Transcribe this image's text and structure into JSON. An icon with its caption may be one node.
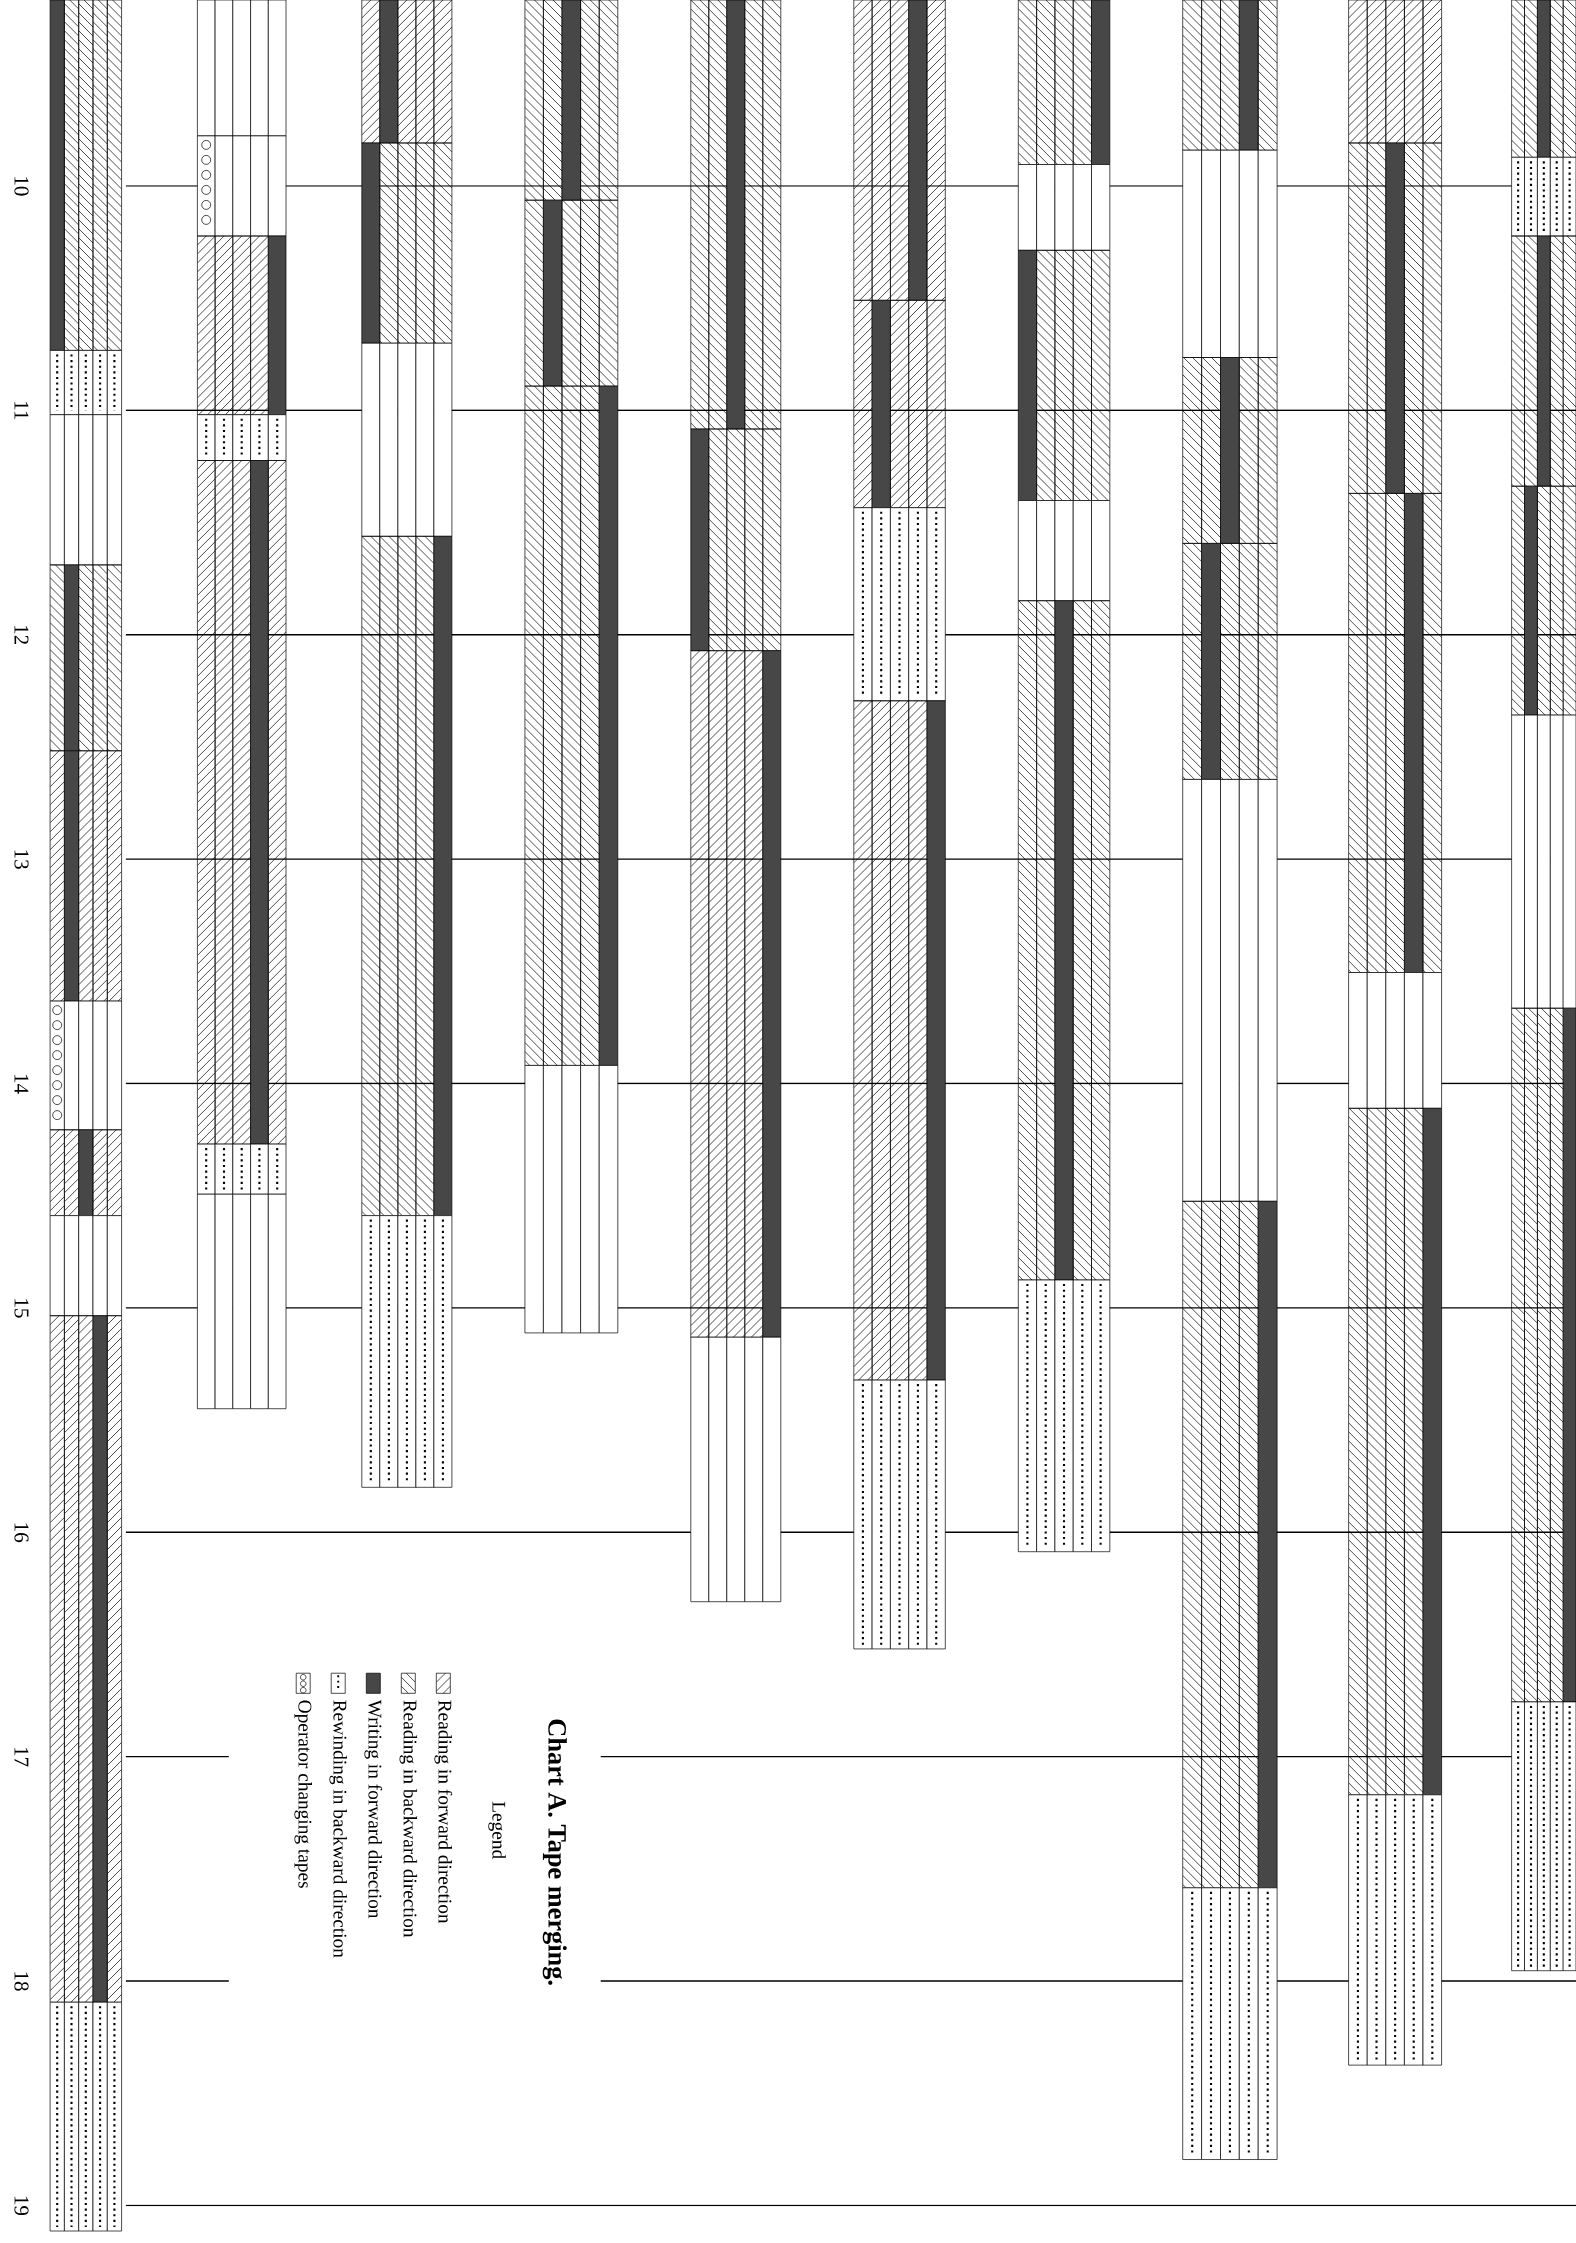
{
  "diagram": {
    "title": "Chart A. Tape merging.",
    "labels": [
      "10",
      "11",
      "12",
      "13",
      "14",
      "15",
      "16",
      "17",
      "18",
      "19",
      "Legend"
    ],
    "legend": [
      {
        "text": "Reading in forward direction"
      },
      {
        "text": "Reading in backward direction"
      },
      {
        "text": "Writing in forward direction"
      },
      {
        "text": "Rewinding in backward direction"
      },
      {
        "text": "Operator changing tapes"
      }
    ]
  }
}
